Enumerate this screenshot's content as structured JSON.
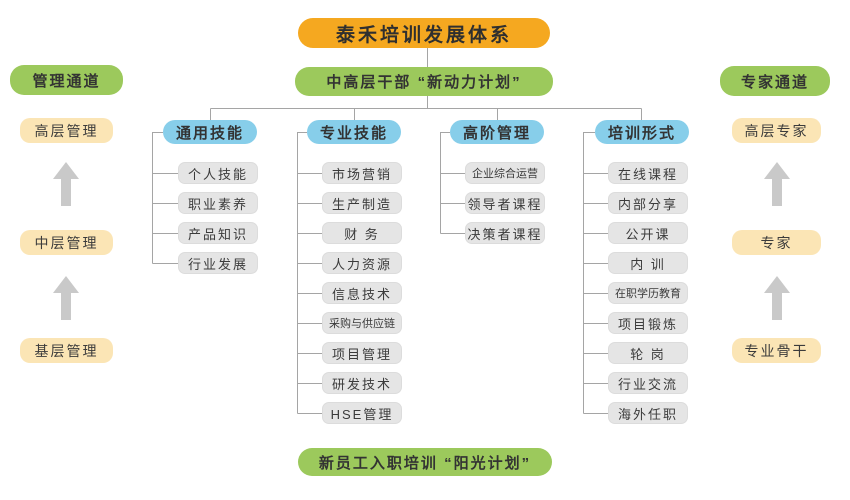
{
  "title": "泰禾培训发展体系",
  "programs": {
    "top": "中高层干部 “新动力计划”",
    "bottom": "新员工入职培训 “阳光计划”"
  },
  "left_channel": {
    "header": "管理通道",
    "levels": [
      "高层管理",
      "中层管理",
      "基层管理"
    ]
  },
  "right_channel": {
    "header": "专家通道",
    "levels": [
      "高层专家",
      "专家",
      "专业骨干"
    ]
  },
  "columns": [
    {
      "header": "通用技能",
      "items": [
        "个人技能",
        "职业素养",
        "产品知识",
        "行业发展"
      ]
    },
    {
      "header": "专业技能",
      "items": [
        "市场营销",
        "生产制造",
        "财 务",
        "人力资源",
        "信息技术",
        "采购与供应链",
        "项目管理",
        "研发技术",
        "HSE管理"
      ]
    },
    {
      "header": "高阶管理",
      "items": [
        "企业综合运营",
        "领导者课程",
        "决策者课程"
      ]
    },
    {
      "header": "培训形式",
      "items": [
        "在线课程",
        "内部分享",
        "公开课",
        "内 训",
        "在职学历教育",
        "项目锻炼",
        "轮 岗",
        "行业交流",
        "海外任职"
      ]
    }
  ],
  "colors": {
    "title_bg": "#F5A820",
    "program_bg": "#9CC95C",
    "column_header_bg": "#87CEEA",
    "level_bg": "#FBE5B5",
    "item_bg": "#E5E5E5",
    "arrow": "#C9C9C9",
    "line": "#A5A5A5",
    "text": "#3B3B3B"
  }
}
